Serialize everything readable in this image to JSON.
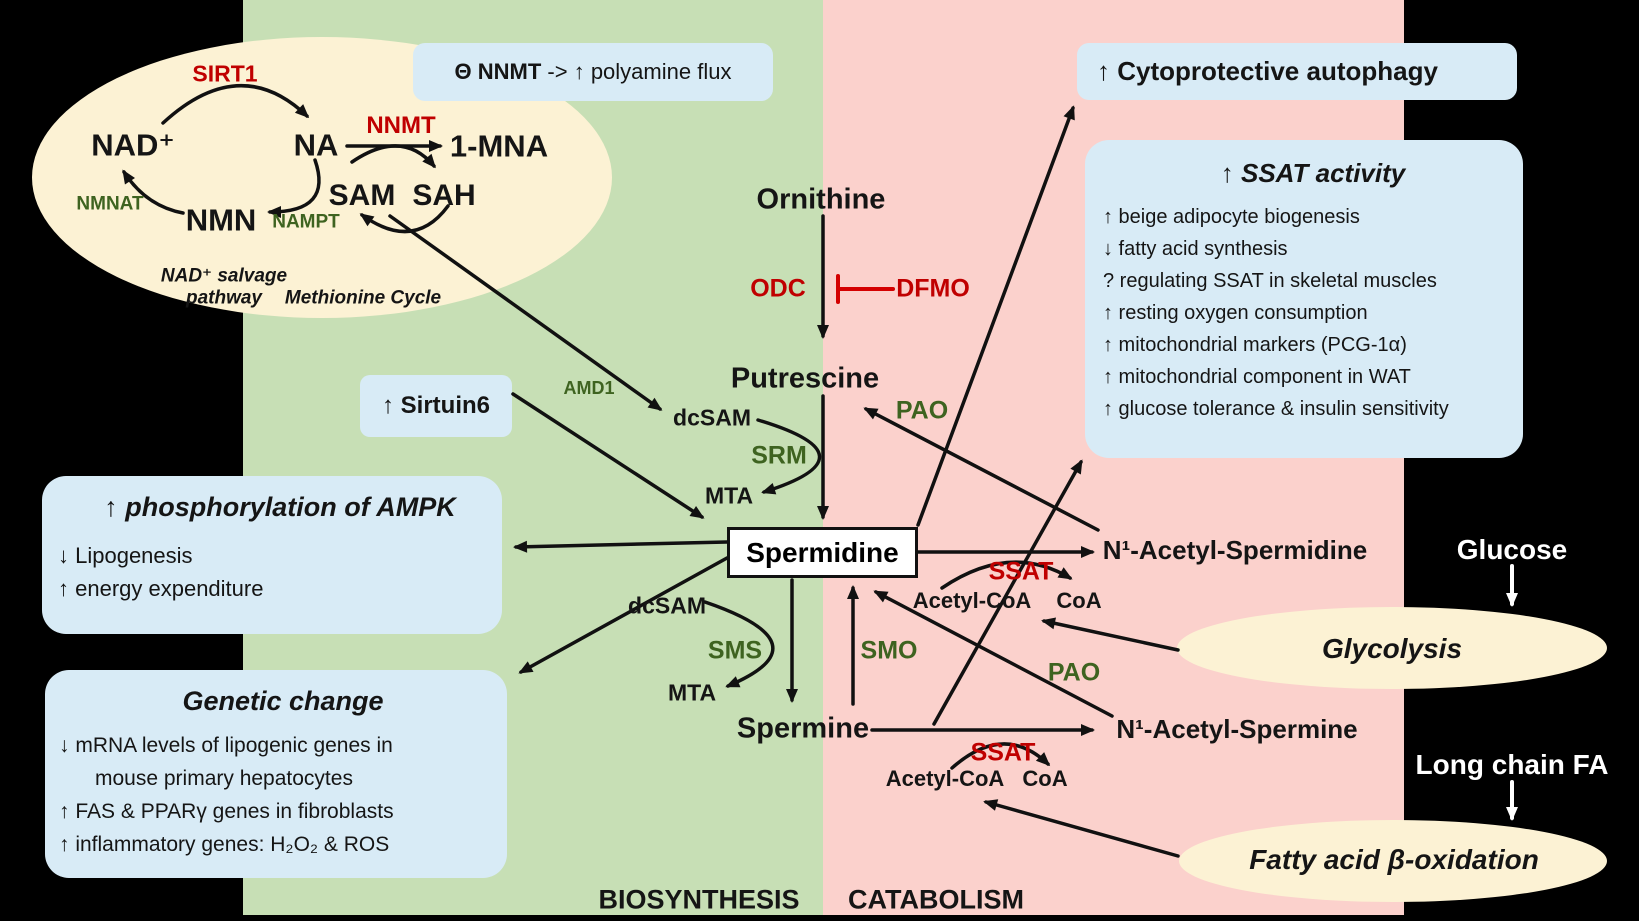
{
  "colors": {
    "background": "#000000",
    "biosynthesis_panel": "#c7dfb5",
    "catabolism_panel": "#fbd1cc",
    "cream_shape": "#fcf2d4",
    "info_box": "#d8ebf6",
    "enzyme_red": "#c00000",
    "enzyme_green": "#3e6320"
  },
  "salvage": {
    "sirt1": "SIRT1",
    "nad": "NAD⁺",
    "na": "NA",
    "nnmt": "NNMT",
    "mna": "1-MNA",
    "sam": "SAM",
    "sah": "SAH",
    "nmnat": "NMNAT",
    "nmn": "NMN",
    "nampt": "NAMPT",
    "salvage_line1": "NAD⁺ salvage",
    "salvage_line2": "pathway",
    "methionine_cycle": "Methionine Cycle"
  },
  "note": {
    "bold": "Θ NNMT",
    "rest": " -> ↑ polyamine flux"
  },
  "pathway": {
    "ornithine": "Ornithine",
    "odc": "ODC",
    "dfmo": "DFMO",
    "putrescine": "Putrescine",
    "amd1": "AMD1",
    "dcsam1": "dcSAM",
    "srm": "SRM",
    "mta1": "MTA",
    "spermidine": "Spermidine",
    "dcsam2": "dcSAM",
    "sms": "SMS",
    "mta2": "MTA",
    "smo": "SMO",
    "spermine": "Spermine",
    "pao1": "PAO",
    "pao2": "PAO",
    "ssat1": "SSAT",
    "acetylcoa1": "Acetyl-CoA",
    "coa1": "CoA",
    "ssat2": "SSAT",
    "acetylcoa2": "Acetyl-CoA",
    "coa2": "CoA",
    "n1_acetyl_spermidine": "N¹-Acetyl-Spermidine",
    "n1_acetyl_spermine": "N¹-Acetyl-Spermine"
  },
  "boxes": {
    "sirtuin6": "↑ Sirtuin6",
    "autophagy": "↑ Cytoprotective autophagy",
    "ampk": {
      "title": "↑ phosphorylation of AMPK",
      "items": [
        "↓ Lipogenesis",
        "↑ energy expenditure"
      ]
    },
    "genetic": {
      "title": "Genetic change",
      "items": [
        "↓ mRNA levels of lipogenic genes in",
        "mouse primary hepatocytes",
        "↑  FAS & PPARγ genes in fibroblasts",
        "↑ inflammatory genes: H₂O₂ & ROS"
      ]
    },
    "ssat_activity": {
      "title": "↑ SSAT activity",
      "items": [
        "↑ beige adipocyte biogenesis",
        "↓ fatty acid synthesis",
        "?  regulating SSAT in skeletal muscles",
        "↑ resting oxygen consumption",
        "↑ mitochondrial markers (PCG-1α)",
        "↑ mitochondrial component in WAT",
        "↑ glucose tolerance & insulin sensitivity"
      ]
    }
  },
  "metabolism": {
    "glucose": "Glucose",
    "glycolysis": "Glycolysis",
    "long_fa": "Long chain FA",
    "beta_ox": "Fatty acid β-oxidation"
  },
  "footer": {
    "biosynthesis": "BIOSYNTHESIS",
    "catabolism": "CATABOLISM"
  }
}
